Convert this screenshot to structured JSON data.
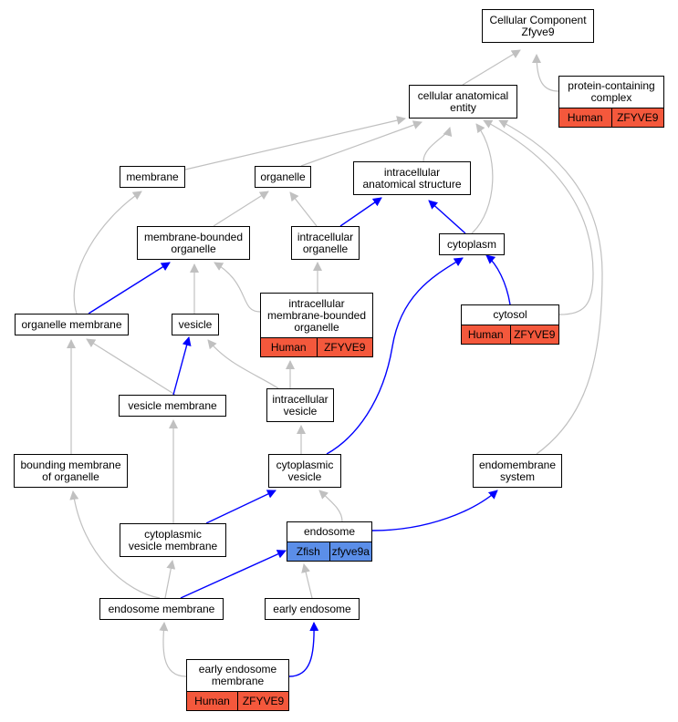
{
  "colors": {
    "is_a_edge": "#c0c0c0",
    "part_of_edge": "#0000ff",
    "human_annotation": "#f4583c",
    "zfish_annotation": "#5b8ee8"
  },
  "nodes": {
    "cellular_component": {
      "lines": [
        "Cellular Component",
        "Zfyve9"
      ]
    },
    "protein_containing_complex": {
      "lines": [
        "protein-containing",
        "complex"
      ],
      "annotation": [
        "Human",
        "ZFYVE9"
      ]
    },
    "cellular_anatomical_entity": {
      "lines": [
        "cellular anatomical",
        "entity"
      ]
    },
    "membrane": {
      "lines": [
        "membrane"
      ]
    },
    "organelle": {
      "lines": [
        "organelle"
      ]
    },
    "intracellular_anatomical_structure": {
      "lines": [
        "intracellular",
        "anatomical structure"
      ]
    },
    "membrane_bounded_organelle": {
      "lines": [
        "membrane-bounded",
        "organelle"
      ]
    },
    "intracellular_organelle": {
      "lines": [
        "intracellular",
        "organelle"
      ]
    },
    "cytoplasm": {
      "lines": [
        "cytoplasm"
      ]
    },
    "organelle_membrane": {
      "lines": [
        "organelle membrane"
      ]
    },
    "vesicle": {
      "lines": [
        "vesicle"
      ]
    },
    "intracellular_membrane_bounded_organelle": {
      "lines": [
        "intracellular",
        "membrane-bounded",
        "organelle"
      ],
      "annotation": [
        "Human",
        "ZFYVE9"
      ]
    },
    "cytosol": {
      "lines": [
        "cytosol"
      ],
      "annotation": [
        "Human",
        "ZFYVE9"
      ]
    },
    "vesicle_membrane": {
      "lines": [
        "vesicle membrane"
      ]
    },
    "intracellular_vesicle": {
      "lines": [
        "intracellular",
        "vesicle"
      ]
    },
    "bounding_membrane_of_organelle": {
      "lines": [
        "bounding membrane",
        "of organelle"
      ]
    },
    "cytoplasmic_vesicle": {
      "lines": [
        "cytoplasmic",
        "vesicle"
      ]
    },
    "endomembrane_system": {
      "lines": [
        "endomembrane",
        "system"
      ]
    },
    "cytoplasmic_vesicle_membrane": {
      "lines": [
        "cytoplasmic",
        "vesicle membrane"
      ]
    },
    "endosome": {
      "lines": [
        "endosome"
      ],
      "annotation": [
        "Zfish",
        "zfyve9a"
      ]
    },
    "endosome_membrane": {
      "lines": [
        "endosome membrane"
      ]
    },
    "early_endosome": {
      "lines": [
        "early endosome"
      ]
    },
    "early_endosome_membrane": {
      "lines": [
        "early endosome",
        "membrane"
      ],
      "annotation": [
        "Human",
        "ZFYVE9"
      ]
    }
  },
  "edges": [
    {
      "from": "protein_containing_complex",
      "to": "cellular_component",
      "type": "is_a"
    },
    {
      "from": "cellular_anatomical_entity",
      "to": "cellular_component",
      "type": "is_a"
    },
    {
      "from": "membrane",
      "to": "cellular_anatomical_entity",
      "type": "is_a"
    },
    {
      "from": "organelle",
      "to": "cellular_anatomical_entity",
      "type": "is_a"
    },
    {
      "from": "intracellular_anatomical_structure",
      "to": "cellular_anatomical_entity",
      "type": "is_a"
    },
    {
      "from": "cytoplasm",
      "to": "cellular_anatomical_entity",
      "type": "is_a"
    },
    {
      "from": "cytosol",
      "to": "cellular_anatomical_entity",
      "type": "is_a"
    },
    {
      "from": "endomembrane_system",
      "to": "cellular_anatomical_entity",
      "type": "is_a"
    },
    {
      "from": "membrane_bounded_organelle",
      "to": "organelle",
      "type": "is_a"
    },
    {
      "from": "intracellular_organelle",
      "to": "organelle",
      "type": "is_a"
    },
    {
      "from": "intracellular_organelle",
      "to": "intracellular_anatomical_structure",
      "type": "part_of"
    },
    {
      "from": "cytoplasm",
      "to": "intracellular_anatomical_structure",
      "type": "part_of"
    },
    {
      "from": "organelle_membrane",
      "to": "membrane",
      "type": "is_a"
    },
    {
      "from": "organelle_membrane",
      "to": "membrane_bounded_organelle",
      "type": "part_of"
    },
    {
      "from": "vesicle",
      "to": "membrane_bounded_organelle",
      "type": "is_a"
    },
    {
      "from": "intracellular_membrane_bounded_organelle",
      "to": "membrane_bounded_organelle",
      "type": "is_a"
    },
    {
      "from": "intracellular_membrane_bounded_organelle",
      "to": "intracellular_organelle",
      "type": "is_a"
    },
    {
      "from": "cytosol",
      "to": "cytoplasm",
      "type": "part_of"
    },
    {
      "from": "vesicle_membrane",
      "to": "organelle_membrane",
      "type": "is_a"
    },
    {
      "from": "vesicle_membrane",
      "to": "vesicle",
      "type": "part_of"
    },
    {
      "from": "intracellular_vesicle",
      "to": "vesicle",
      "type": "is_a"
    },
    {
      "from": "intracellular_vesicle",
      "to": "intracellular_membrane_bounded_organelle",
      "type": "is_a"
    },
    {
      "from": "bounding_membrane_of_organelle",
      "to": "organelle_membrane",
      "type": "is_a"
    },
    {
      "from": "cytoplasmic_vesicle",
      "to": "intracellular_vesicle",
      "type": "is_a"
    },
    {
      "from": "cytoplasmic_vesicle",
      "to": "cytoplasm",
      "type": "part_of"
    },
    {
      "from": "cytoplasmic_vesicle_membrane",
      "to": "vesicle_membrane",
      "type": "is_a"
    },
    {
      "from": "cytoplasmic_vesicle_membrane",
      "to": "cytoplasmic_vesicle",
      "type": "part_of"
    },
    {
      "from": "endosome",
      "to": "cytoplasmic_vesicle",
      "type": "is_a"
    },
    {
      "from": "endosome",
      "to": "endomembrane_system",
      "type": "part_of"
    },
    {
      "from": "endosome_membrane",
      "to": "bounding_membrane_of_organelle",
      "type": "is_a"
    },
    {
      "from": "endosome_membrane",
      "to": "cytoplasmic_vesicle_membrane",
      "type": "is_a"
    },
    {
      "from": "endosome_membrane",
      "to": "endosome",
      "type": "part_of"
    },
    {
      "from": "early_endosome",
      "to": "endosome",
      "type": "is_a"
    },
    {
      "from": "early_endosome_membrane",
      "to": "endosome_membrane",
      "type": "is_a"
    },
    {
      "from": "early_endosome_membrane",
      "to": "early_endosome",
      "type": "part_of"
    }
  ]
}
